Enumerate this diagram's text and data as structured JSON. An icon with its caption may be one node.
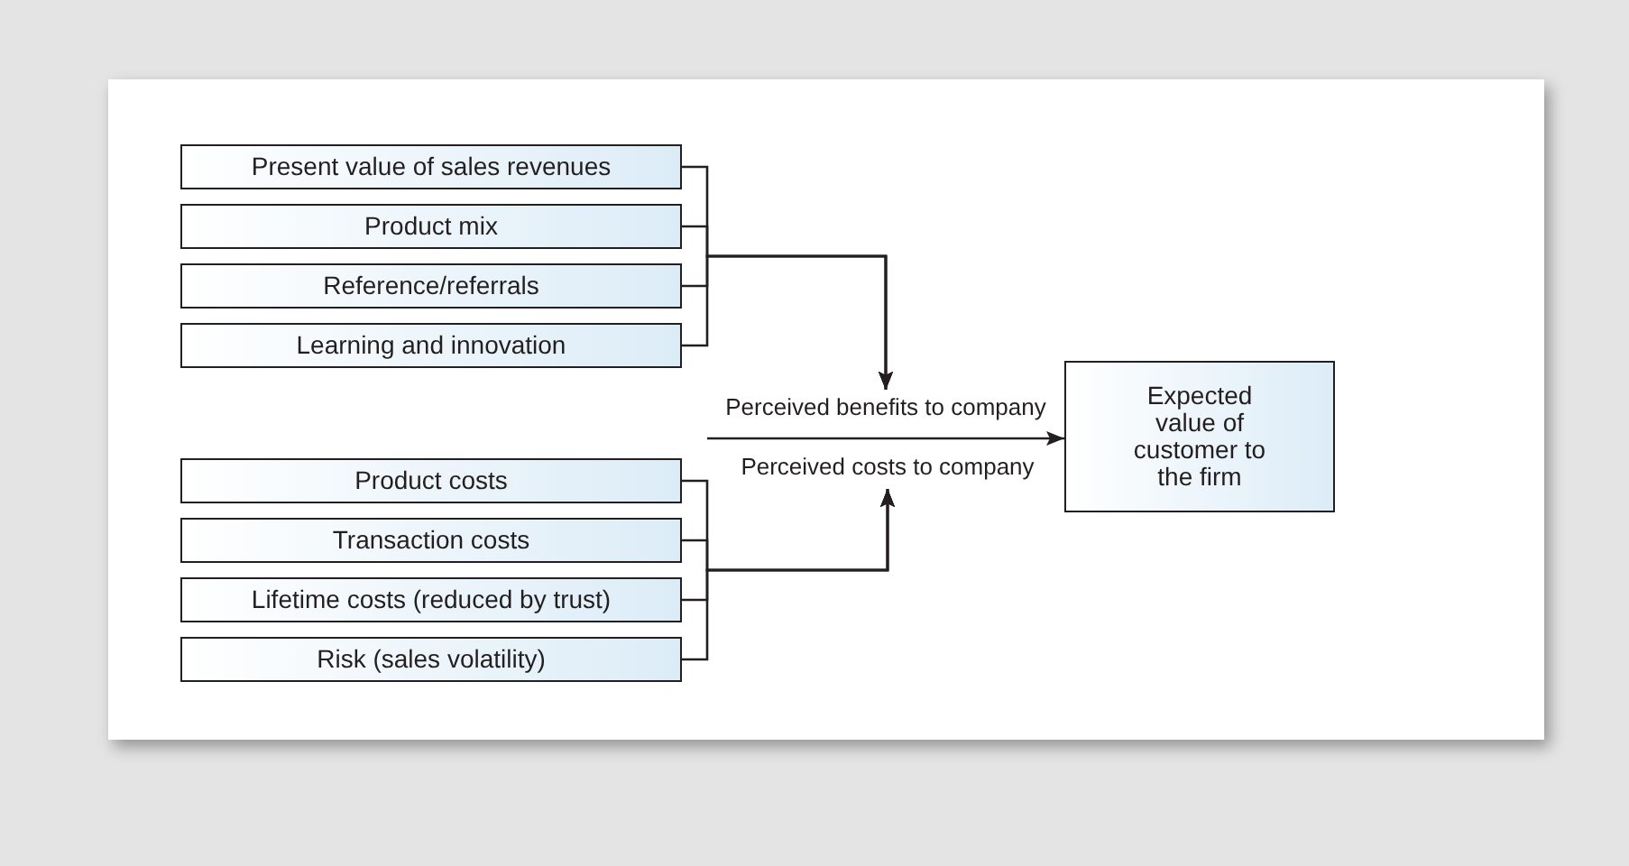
{
  "diagram": {
    "nodes": [
      {
        "text": [
          "Present value of sales revenues"
        ]
      },
      {
        "text": [
          "Product mix"
        ]
      },
      {
        "text": [
          "Reference/referrals"
        ]
      },
      {
        "text": [
          "Learning and innovation"
        ]
      },
      {
        "text": [
          "Product costs"
        ]
      },
      {
        "text": [
          "Transaction costs"
        ]
      },
      {
        "text": [
          "Lifetime costs (reduced by trust)"
        ]
      },
      {
        "text": [
          "Risk (sales volatility)"
        ]
      },
      {
        "text": [
          "Perceived benefits to company"
        ]
      },
      {
        "text": [
          "Perceived costs to company"
        ]
      },
      {
        "text": [
          "Expected value of customer to the firm"
        ]
      }
    ],
    "edges": [
      {
        "from": 0,
        "to": 8,
        "arrow": "to"
      },
      {
        "from": 1,
        "to": 8,
        "arrow": "to"
      },
      {
        "from": 2,
        "to": 8,
        "arrow": "to"
      },
      {
        "from": 3,
        "to": 8,
        "arrow": "to"
      },
      {
        "from": 4,
        "to": 9,
        "arrow": "to"
      },
      {
        "from": 5,
        "to": 9,
        "arrow": "to"
      },
      {
        "from": 6,
        "to": 9,
        "arrow": "to"
      },
      {
        "from": 7,
        "to": 9,
        "arrow": "to"
      },
      {
        "from": 8,
        "to": 10,
        "arrow": "to"
      }
    ]
  }
}
